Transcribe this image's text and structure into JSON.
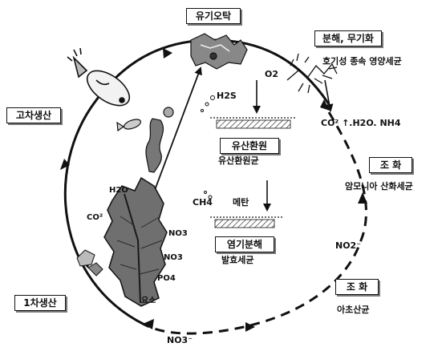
{
  "boxes": {
    "organic_debris": "유기오탁",
    "decomposition": "분해, 무기화",
    "higher_production": "고차생산",
    "primary_production": "1차생산",
    "sulfate_reduction": "유산환원",
    "methane_fermentation": "염기분해",
    "oxidation_1": "조 화",
    "oxidation_2": "조 화"
  },
  "labels": {
    "aerobic_bacteria": "호기성 종속 영양세균",
    "o2": "O2",
    "products": "CO² ↑.H2O. NH4",
    "ammonia_bacteria": "암모니아 산화세균",
    "no2": "NO2⁻",
    "nitrite_bacteria": "아초산균",
    "no3_bottom": "NO3⁻",
    "h2s": "H2S",
    "sulfate_bacteria": "유산환원균",
    "ch4": "CH4",
    "methane": "메탄",
    "ferment_bacteria": "발효세균",
    "h2o": "H2O",
    "co2": "CO²",
    "no3_a": "NO3",
    "no3_b": "NO3",
    "po4": "PO4",
    "iodine": "요소"
  },
  "icons": [
    "fish-icon",
    "small-fish-icon",
    "seaweed-icon",
    "debris-icon",
    "bacteria-icon",
    "plant-icon",
    "sediment-icon"
  ]
}
